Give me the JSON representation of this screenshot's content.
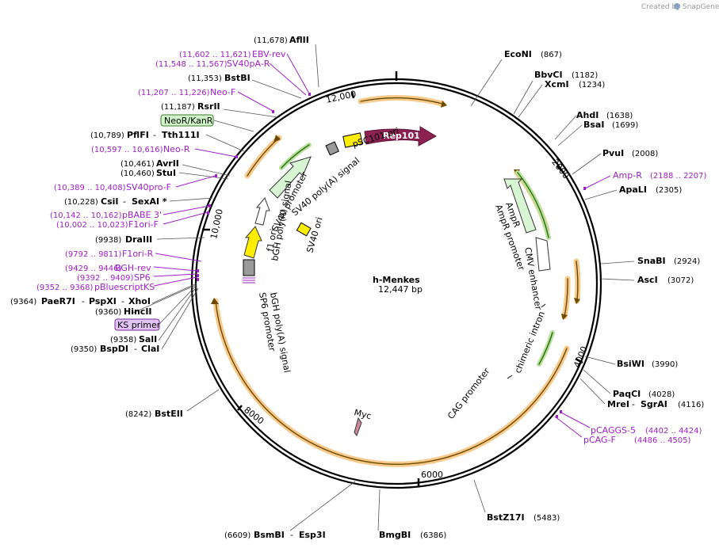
{
  "credit": {
    "prefix": "Created by",
    "brand": "SnapGene"
  },
  "plasmid": {
    "name": "h-Menkes",
    "length": "12,447 bp"
  },
  "ticks": [
    "2000",
    "4000",
    "6000",
    "8000",
    "10,000",
    "12,000"
  ],
  "sites_right": [
    {
      "name": "EcoNI",
      "pos": "(867)"
    },
    {
      "name": "BbvCI",
      "pos": "(1182)"
    },
    {
      "name": "XcmI",
      "pos": "(1234)"
    },
    {
      "name": "AhdI",
      "pos": "(1638)"
    },
    {
      "name": "BsaI",
      "pos": "(1699)"
    },
    {
      "name": "PvuI",
      "pos": "(2008)"
    },
    {
      "name": "ApaLI",
      "pos": "(2305)"
    },
    {
      "name": "SnaBI",
      "pos": "(2924)"
    },
    {
      "name": "AscI",
      "pos": "(3072)"
    },
    {
      "name": "BsiWI",
      "pos": "(3990)"
    },
    {
      "name": "PaqCI",
      "pos": "(4028)"
    },
    {
      "name": "MreI",
      "name2": "SgrAI",
      "pos": "(4116)"
    },
    {
      "name": "BstZ17I",
      "pos": "(5483)"
    },
    {
      "name": "BmgBI",
      "pos": "(6386)"
    }
  ],
  "sites_left": [
    {
      "pos": "(11,678)",
      "name": "AflII"
    },
    {
      "pos": "(11,353)",
      "name": "BstBI"
    },
    {
      "pos": "(11,187)",
      "name": "RsrII"
    },
    {
      "pos": "(10,789)",
      "name": "PflFI",
      "name2": "Tth111I"
    },
    {
      "pos": "(10,461)",
      "name": "AvrII"
    },
    {
      "pos": "(10,460)",
      "name": "StuI"
    },
    {
      "pos": "(10,228)",
      "name": "CsiI",
      "name2": "SexAI *"
    },
    {
      "pos": "(9938)",
      "name": "DraIII"
    },
    {
      "pos": "(9364)",
      "name": "PaeR7I",
      "name2": "PspXI",
      "name3": "XhoI"
    },
    {
      "pos": "(9360)",
      "name": "HincII"
    },
    {
      "pos": "(9358)",
      "name": "SalI"
    },
    {
      "pos": "(9350)",
      "name": "BspDI",
      "name2": "ClaI"
    },
    {
      "pos": "(8242)",
      "name": "BstEII"
    },
    {
      "pos": "(6609)",
      "name": "BsmBI",
      "name2": "Esp3I"
    }
  ],
  "primers_left": [
    {
      "pos": "(11,602 .. 11,621)",
      "name": "EBV-rev"
    },
    {
      "pos": "(11,548 .. 11,567)",
      "name": "SV40pA-R"
    },
    {
      "pos": "(11,207 .. 11,226)",
      "name": "Neo-F"
    },
    {
      "pos": "(10,597 .. 10,616)",
      "name": "Neo-R"
    },
    {
      "pos": "(10,389 .. 10,408)",
      "name": "SV40pro-F"
    },
    {
      "pos": "(10,142 .. 10,162)",
      "name": "pBABE 3'"
    },
    {
      "pos": "(10,002 .. 10,023)",
      "name": "F1ori-F"
    },
    {
      "pos": "(9792 .. 9811)",
      "name": "F1ori-R"
    },
    {
      "pos": "(9429 .. 9446)",
      "name": "BGH-rev"
    },
    {
      "pos": "(9392 .. 9409)",
      "name": "SP6"
    },
    {
      "pos": "(9352 .. 9368)",
      "name": "pBluescriptKS"
    }
  ],
  "primers_right": [
    {
      "name": "Amp-R",
      "pos": "(2188 .. 2207)"
    },
    {
      "name": "pCAGGS-5",
      "pos": "(4402 .. 4424)"
    },
    {
      "name": "pCAG-F",
      "pos": "(4486 .. 4505)"
    }
  ],
  "boxes": {
    "neo": "NeoR/KanR",
    "ks": "KS primer"
  },
  "features": {
    "rep101": "Rep101",
    "psc101": "pSC101 ori",
    "sv40polyA": "SV40 poly(A) signal",
    "sv40promoter": "SV40 promoter",
    "f1ori": "f1 ori",
    "bghpolyA": "bGH poly(A) signal",
    "sp6promoter": "SP6 promoter",
    "sv40ori": "SV40 ori",
    "ampR": "AmpR",
    "ampRpromoter": "AmpR promoter",
    "cmvEnhancer": "CMV enhancer",
    "chimericIntron": "chimeric intron",
    "cagPromoter": "CAG promoter",
    "myc": "Myc"
  },
  "colors": {
    "backbone": "#000000",
    "orf": "#f5a623",
    "promoter": "#5aa02c",
    "primer": "#a020c8",
    "rep": "#8b2252",
    "ori": "#ffee00"
  }
}
